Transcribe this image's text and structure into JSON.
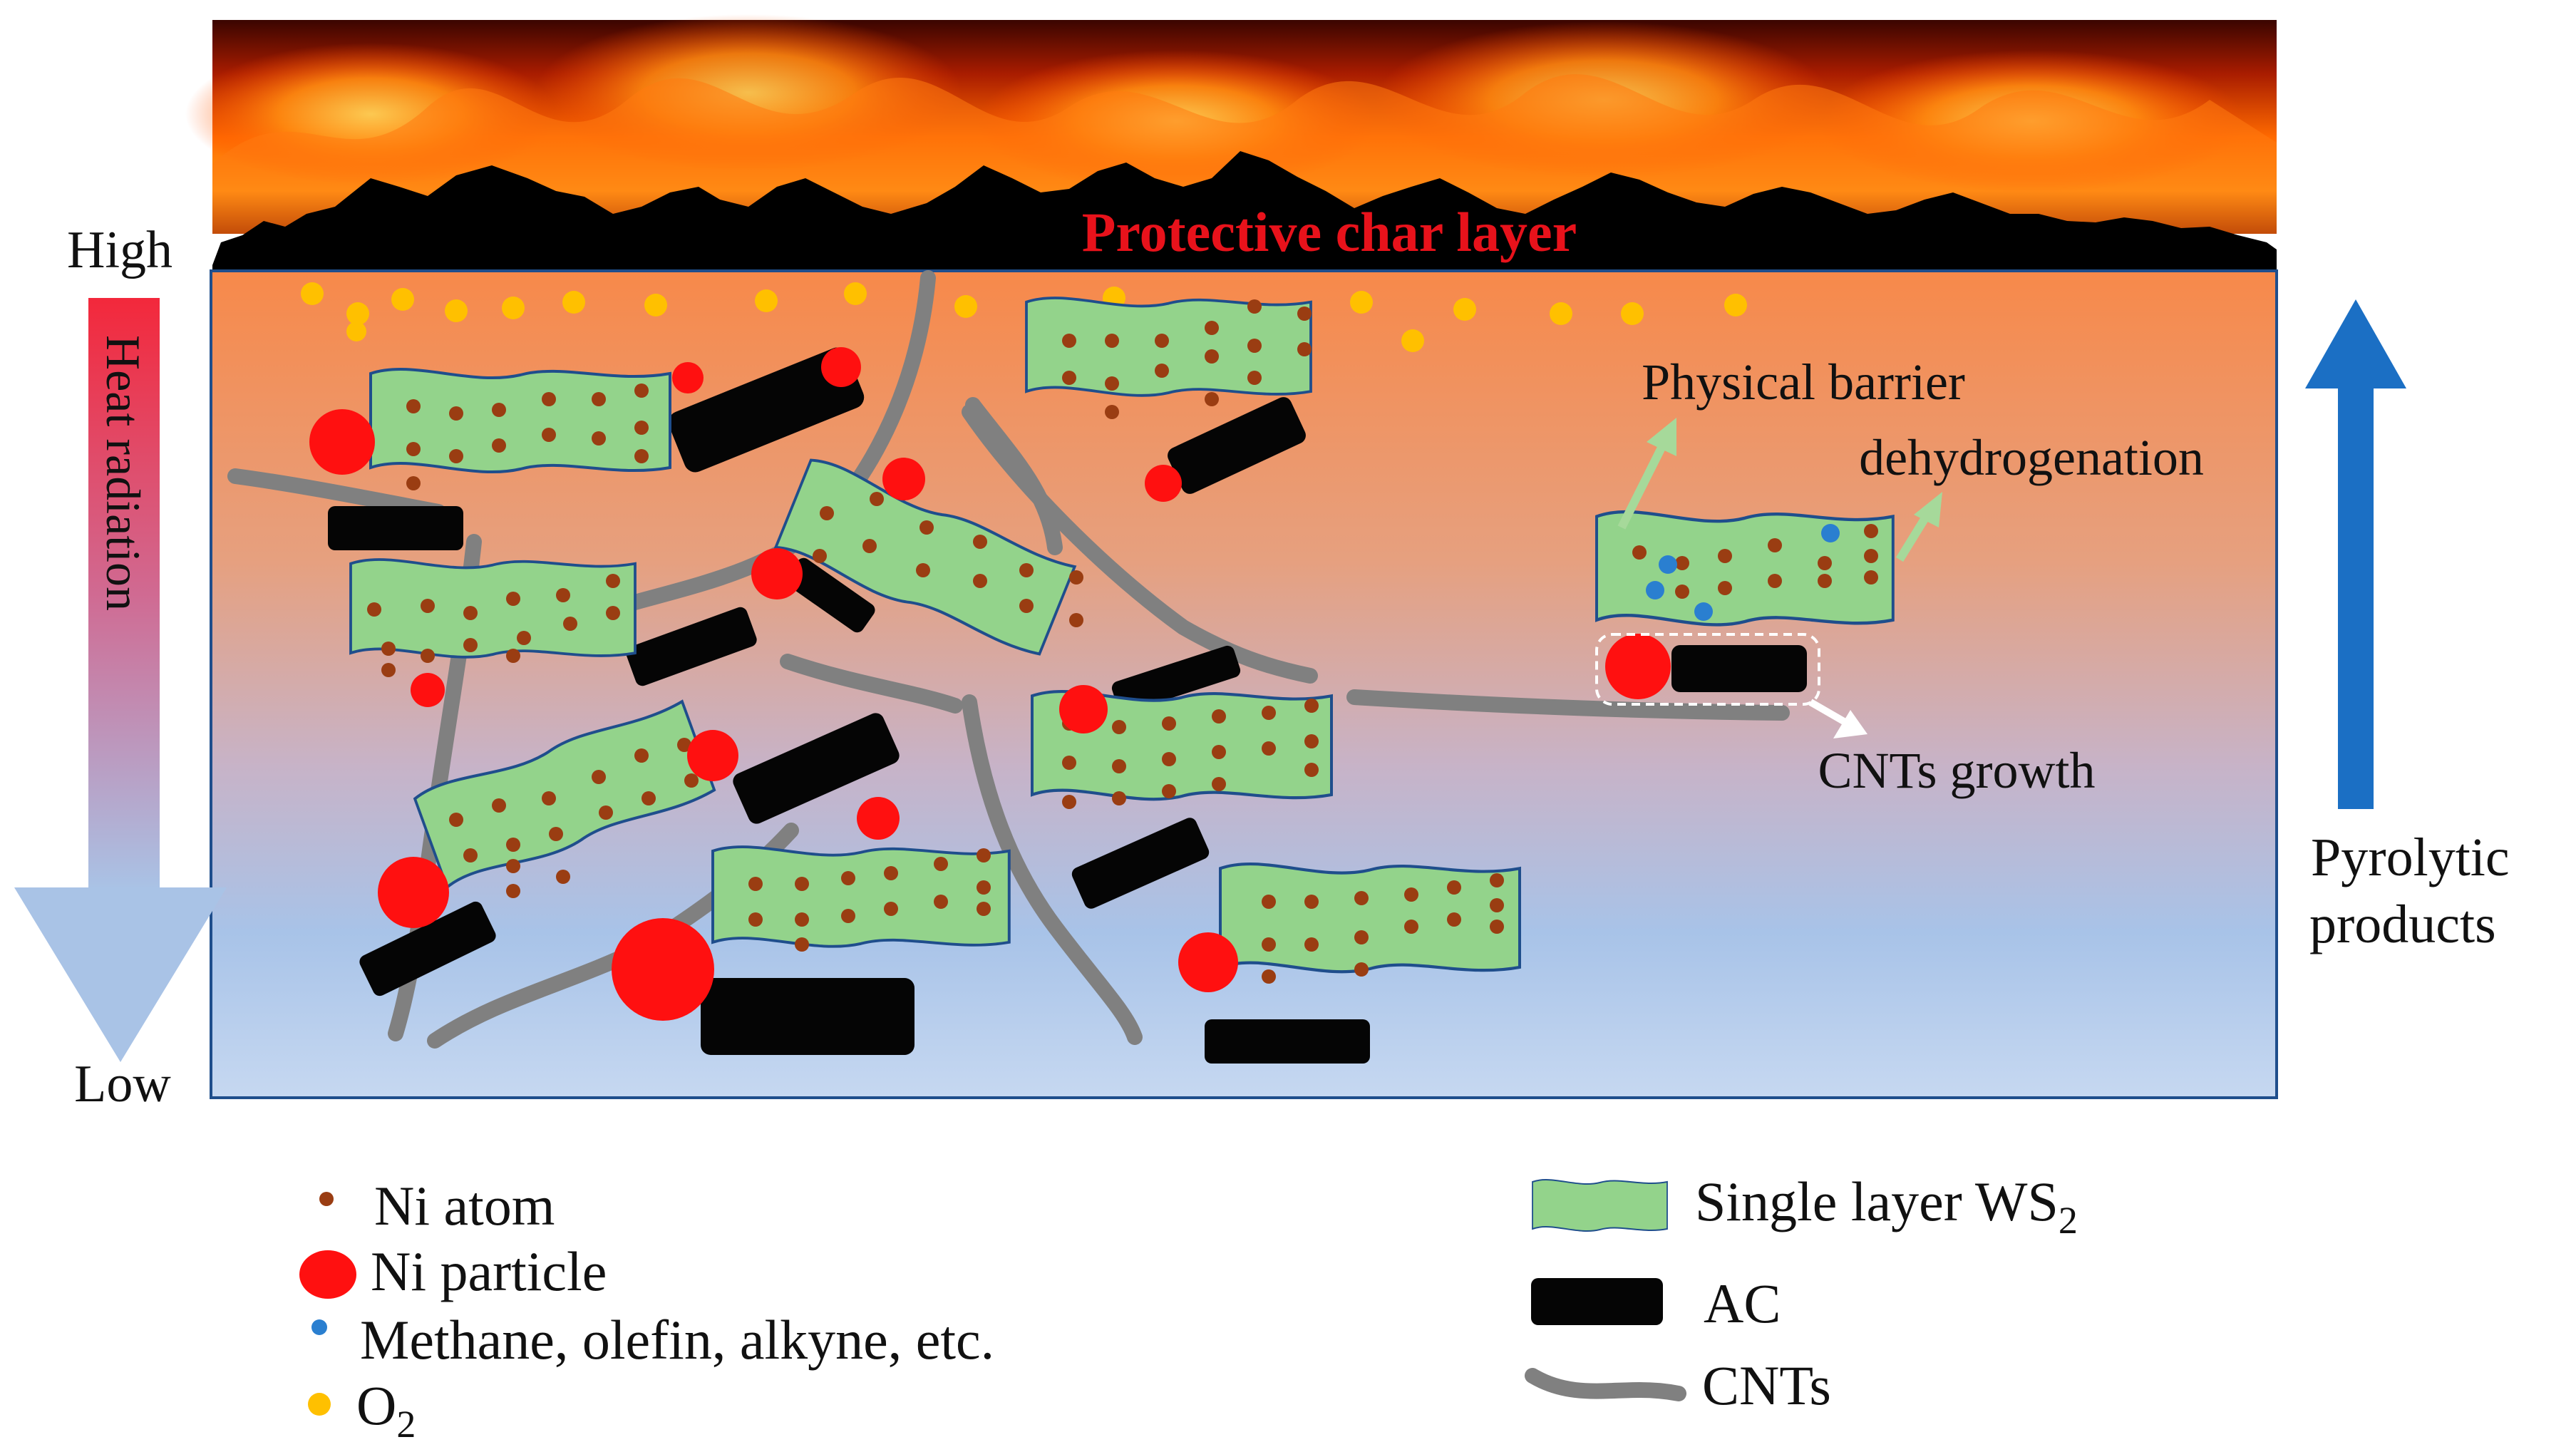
{
  "labels": {
    "high": "High",
    "low": "Low",
    "heat_radiation": "Heat radiation",
    "protective_char_layer": "Protective char layer",
    "physical_barrier": "Physical barrier",
    "dehydrogenation": "dehydrogenation",
    "cnts_growth": "CNTs growth",
    "pyrolytic_line1": "Pyrolytic",
    "pyrolytic_line2": "products"
  },
  "legend": {
    "ni_atom": "Ni atom",
    "ni_particle": "Ni particle",
    "methane": "Methane, olefin, alkyne, etc.",
    "o2_main": "O",
    "o2_sub": "2",
    "ws2_main": "Single layer WS",
    "ws2_sub": "2",
    "ac": "AC",
    "cnts": "CNTs"
  },
  "colors": {
    "protective_char_text": "#e8121b",
    "ws2_fill": "#93d38b",
    "ws2_stroke": "#1f4e8c",
    "ni_atom": "#9a3d12",
    "ni_particle": "#ff1010",
    "methane": "#2a7fd0",
    "o2": "#ffc000",
    "ac": "#050505",
    "cnt": "#808080",
    "heat_arrow_top": "#f3283b",
    "heat_arrow_bottom": "#a9c3e6",
    "pyrolytic_arrow": "#1b6fc4",
    "green_arrow": "#a6d99a",
    "panel_top": "#f59a4e",
    "panel_bottom": "#c9dbf2"
  }
}
